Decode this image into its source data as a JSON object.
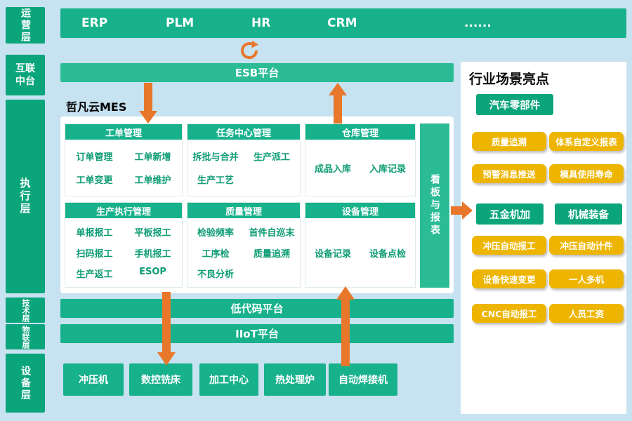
{
  "layers": {
    "operation": "运营层",
    "middleware": "互联中台",
    "execution": "执行层",
    "technology": "技术层",
    "iot": "物联层",
    "device": "设备层"
  },
  "top_bar": {
    "items": [
      "ERP",
      "PLM",
      "HR",
      "CRM",
      "......"
    ]
  },
  "esb": {
    "label": "ESB平台"
  },
  "mes": {
    "title": "哲凡云MES",
    "modules": [
      {
        "title": "工单管理",
        "items": [
          "订单管理",
          "工单新增",
          "工单变更",
          "工单维护"
        ]
      },
      {
        "title": "任务中心管理",
        "items": [
          "拆批与合并",
          "生产派工",
          "生产工艺"
        ]
      },
      {
        "title": "仓库管理",
        "items": [
          "成品入库",
          "入库记录"
        ]
      },
      {
        "title": "生产执行管理",
        "items": [
          "单报报工",
          "平板报工",
          "扫码报工",
          "手机报工",
          "生产返工",
          "ESOP"
        ]
      },
      {
        "title": "质量管理",
        "items": [
          "检验频率",
          "首件自巡末",
          "工序检",
          "质量追溯",
          "不良分析"
        ]
      },
      {
        "title": "设备管理",
        "items": [
          "设备记录",
          "设备点检"
        ]
      }
    ],
    "kanban_label": "看板与报表"
  },
  "tech_platform": {
    "label": "低代码平台"
  },
  "iot_platform": {
    "label": "IIoT平台"
  },
  "devices": {
    "items": [
      "冲压机",
      "数控铣床",
      "加工中心",
      "热处理炉",
      "自动焊接机"
    ]
  },
  "industry_panel": {
    "title": "行业场景亮点",
    "auto_header": "汽车零部件",
    "auto_pills": [
      "质量追溯",
      "体系自定义报表",
      "预警消息推送",
      "模具使用寿命"
    ],
    "metal_header": "五金机加",
    "machinery_header": "机械装备",
    "metal_pills": [
      "冲压自动报工",
      "设备快速变更",
      "CNC自动报工"
    ],
    "machinery_pills": [
      "冲压自动计件",
      "一人多机",
      "人员工资"
    ]
  },
  "colors": {
    "green": "#17b18b",
    "dark_green": "#0ba57c",
    "teal": "#2bbc96",
    "yellow": "#edb500",
    "orange": "#e8772b",
    "background": "#c7e2f0"
  }
}
